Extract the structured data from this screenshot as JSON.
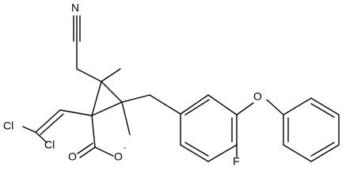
{
  "molecule": {
    "atoms": {
      "nitrile_n": "N",
      "chlorine_1": "Cl",
      "chlorine_2": "Cl",
      "carboxylate_o": "O",
      "carboxylate_charge": "-",
      "fluorine": "F",
      "ether_o": "O"
    },
    "colors": {
      "bond": "#000000",
      "label": "#000000",
      "background": "#ffffff"
    }
  }
}
